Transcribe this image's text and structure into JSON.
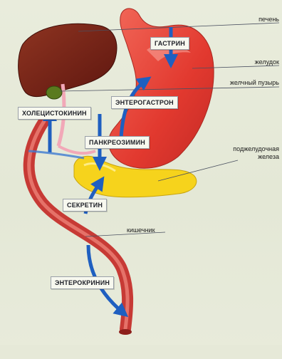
{
  "hormones": {
    "gastrin": "ГАСТРИН",
    "enterogastron": "ЭНТЕРОГАСТРОН",
    "cholecystokinin": "ХОЛЕЦИСТОКИНИН",
    "pancreozymin": "ПАНКРЕОЗИМИН",
    "secretin": "СЕКРЕТИН",
    "enterocrinin": "ЭНТЕРОКРИНИН"
  },
  "organs": {
    "liver": "печень",
    "stomach": "желудок",
    "gallbladder": "желчный пузырь",
    "pancreas_line1": "поджелудочная",
    "pancreas_line2": "железа",
    "intestine": "кишечник"
  },
  "colors": {
    "liver": "#7a2418",
    "stomach": "#e8453a",
    "intestine": "#d6453f",
    "pancreas": "#f6d31c",
    "gallbladder": "#5a7a1e",
    "arrow": "#1f5fc0"
  }
}
